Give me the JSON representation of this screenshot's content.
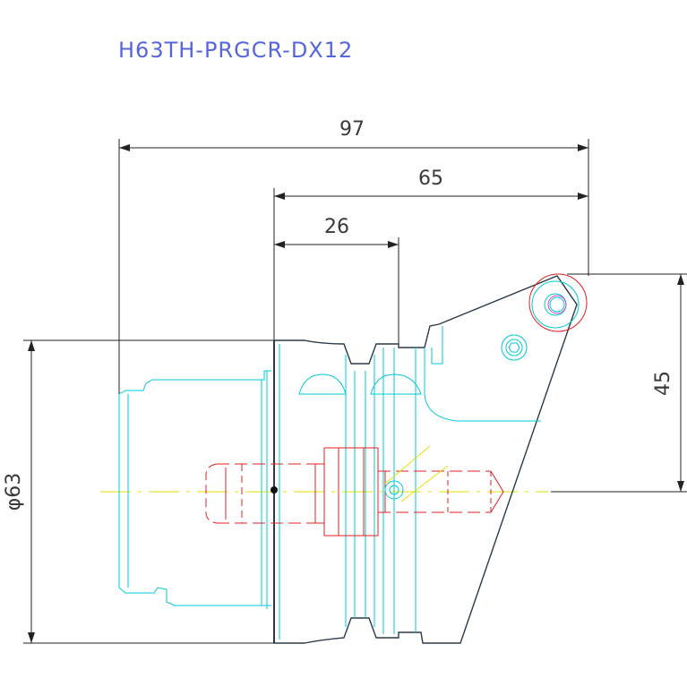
{
  "title": "H63TH-PRGCR-DX12",
  "dimensions": {
    "overall_length": "97",
    "length_65": "65",
    "length_26": "26",
    "height_45": "45",
    "diameter": "φ63"
  },
  "colors": {
    "title": "#5566dd",
    "dimension": "#222222",
    "body_outline": "#2a3a4a",
    "hidden_lines": "#00c8d8",
    "red_parts": "#e02020",
    "centerline": "#e6e000",
    "magenta": "#cc44cc"
  }
}
